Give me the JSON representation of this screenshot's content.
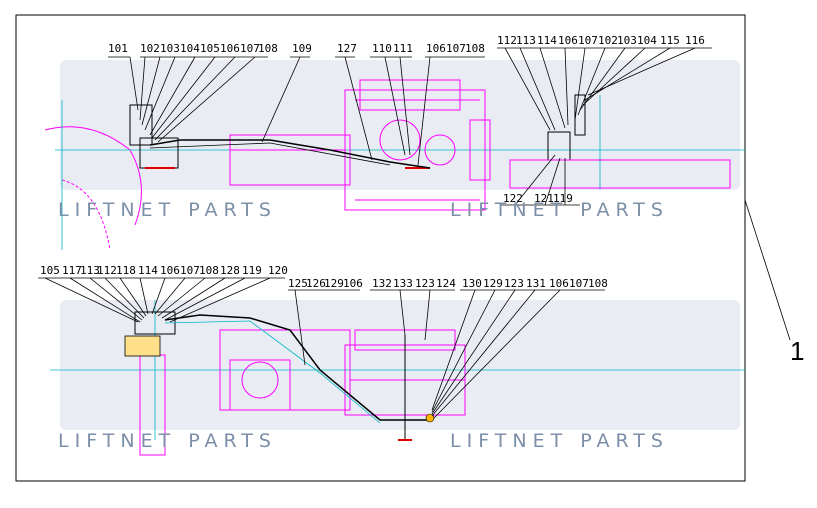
{
  "callouts": {
    "upper_left": [
      "101",
      "102",
      "103",
      "104",
      "105",
      "106",
      "107",
      "108",
      "109",
      "127"
    ],
    "upper_mid": [
      "110",
      "111",
      "106",
      "107",
      "108"
    ],
    "upper_right": [
      "112",
      "113",
      "114",
      "106",
      "107",
      "102",
      "103",
      "104",
      "115",
      "116"
    ],
    "upper_right_low": [
      "122",
      "121",
      "119"
    ],
    "lower_left": [
      "105",
      "117",
      "113",
      "112",
      "118",
      "114",
      "106",
      "107",
      "108",
      "128",
      "119",
      "120"
    ],
    "lower_mid": [
      "125",
      "126",
      "129",
      "106",
      "132",
      "133",
      "123",
      "124"
    ],
    "lower_right": [
      "130",
      "129",
      "123",
      "131",
      "106",
      "107",
      "108"
    ]
  },
  "assembly_label": "1",
  "watermark": {
    "text_1": "LIFTNET PARTS",
    "text_2": "LIFTNET PARTS",
    "text_3": "LIFTNET PARTS",
    "text_4": "LIFTNET PARTS"
  },
  "colors": {
    "frame": "#000000",
    "engine": "#ff00ff",
    "axis": "#00b4c8",
    "harness": "#000000",
    "watermark": "#7c8fa8"
  }
}
